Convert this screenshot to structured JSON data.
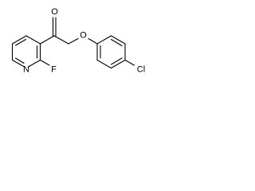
{
  "molecule": {
    "atoms": {
      "oxygen_carbonyl": "O",
      "oxygen_ether": "O",
      "nitrogen_ring": "N",
      "fluorine": "F",
      "chlorine": "Cl"
    }
  }
}
